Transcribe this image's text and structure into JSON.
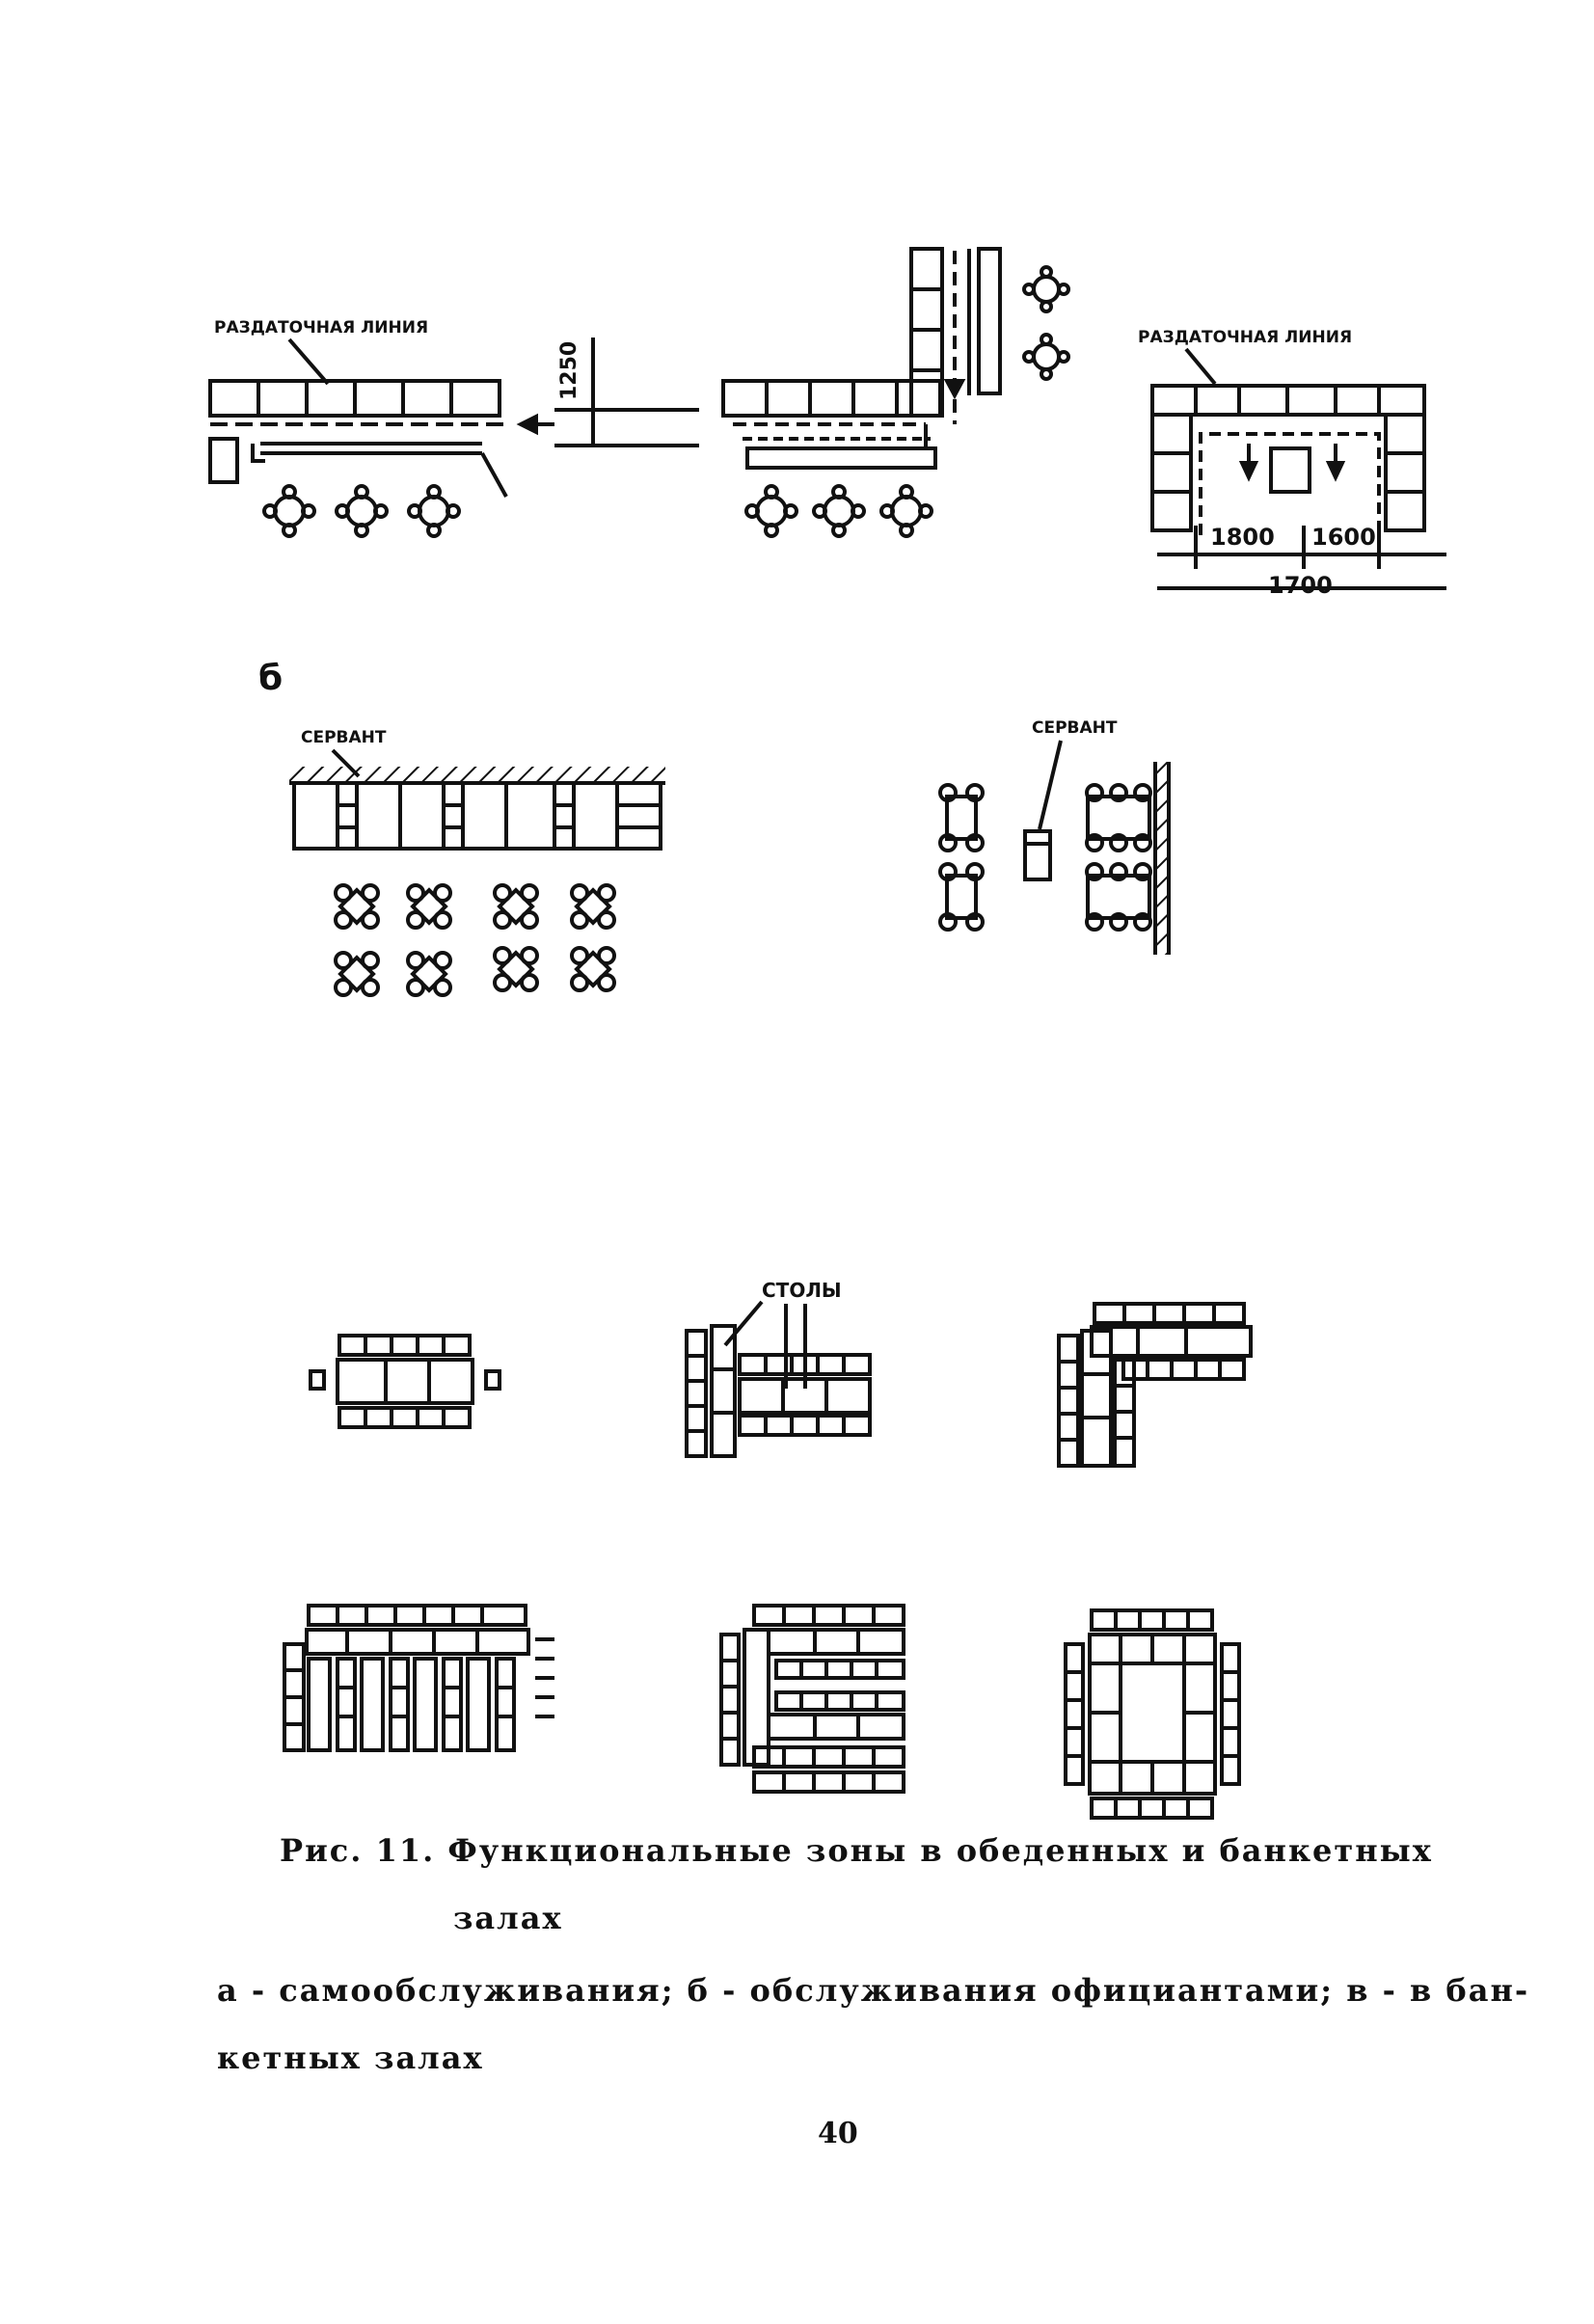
{
  "labels": {
    "serving_line_a": "РАЗДАТОЧНАЯ ЛИНИЯ",
    "serving_line_b": "РАЗДАТОЧНАЯ ЛИНИЯ",
    "sideboard_left": "СЕРВАНТ",
    "sideboard_right": "СЕРВАНТ",
    "tables": "СТОЛЫ",
    "section_b": "б"
  },
  "dimensions": {
    "aisle_width": "1250",
    "dim_left": "1800",
    "dim_right": "1600",
    "dim_total": "1700"
  },
  "caption": {
    "title_line1": "Рис. 11. Функциональные зоны в обеденных и банкетных",
    "title_line2": "залах",
    "legend_line1": "а - самообслуживания; б - обслуживания официантами; в - в бан-",
    "legend_line2": "кетных залах"
  },
  "page_number": "40"
}
